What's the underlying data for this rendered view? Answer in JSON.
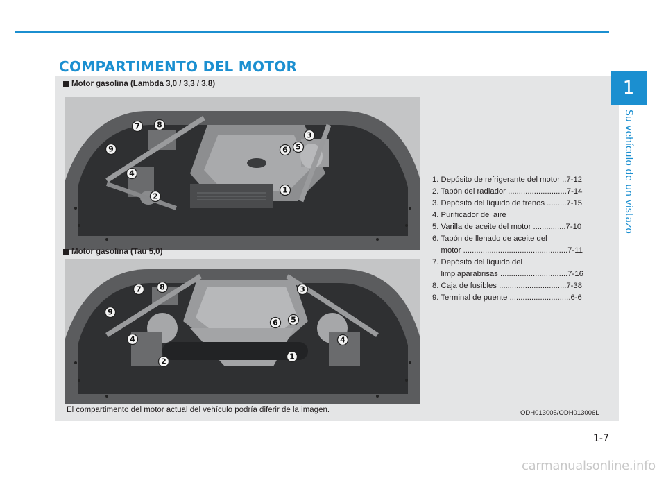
{
  "page": {
    "title": "COMPARTIMENTO DEL MOTOR",
    "chapter_number": "1",
    "chapter_title": "Su vehículo de un vistazo",
    "page_number": "1-7",
    "watermark": "carmanualsonline.info"
  },
  "figures": [
    {
      "caption": "Motor gasolina (Lambda 3,0 / 3,3 / 3,8)",
      "callouts": [
        "1",
        "2",
        "3",
        "4",
        "5",
        "6",
        "7",
        "8",
        "9"
      ]
    },
    {
      "caption": "Motor gasolina (Tau 5,0)",
      "callouts": [
        "1",
        "2",
        "3",
        "4",
        "4",
        "5",
        "6",
        "7",
        "8",
        "9"
      ]
    }
  ],
  "legend": [
    "1. Depósito de refrigerante del motor ..7-12",
    "2. Tapón del radiador ...........................7-14",
    "3. Depósito del líquido de frenos .........7-15",
    "4. Purificador del aire",
    "5. Varilla de aceite del motor ...............7-10",
    "6. Tapón de llenado de aceite del",
    "    motor ................................................7-11",
    "7. Depósito del líquido del",
    "    limpiaparabrisas ...............................7-16",
    "8. Caja de fusibles ...............................7-38",
    "9. Terminal de puente ............................6-6"
  ],
  "note": "El compartimento del motor actual del vehículo podría diferir de la imagen.",
  "image_code": "ODH013005/ODH013006L",
  "colors": {
    "accent": "#1b8fd0",
    "panel": "#e4e5e6",
    "text": "#231f20"
  }
}
